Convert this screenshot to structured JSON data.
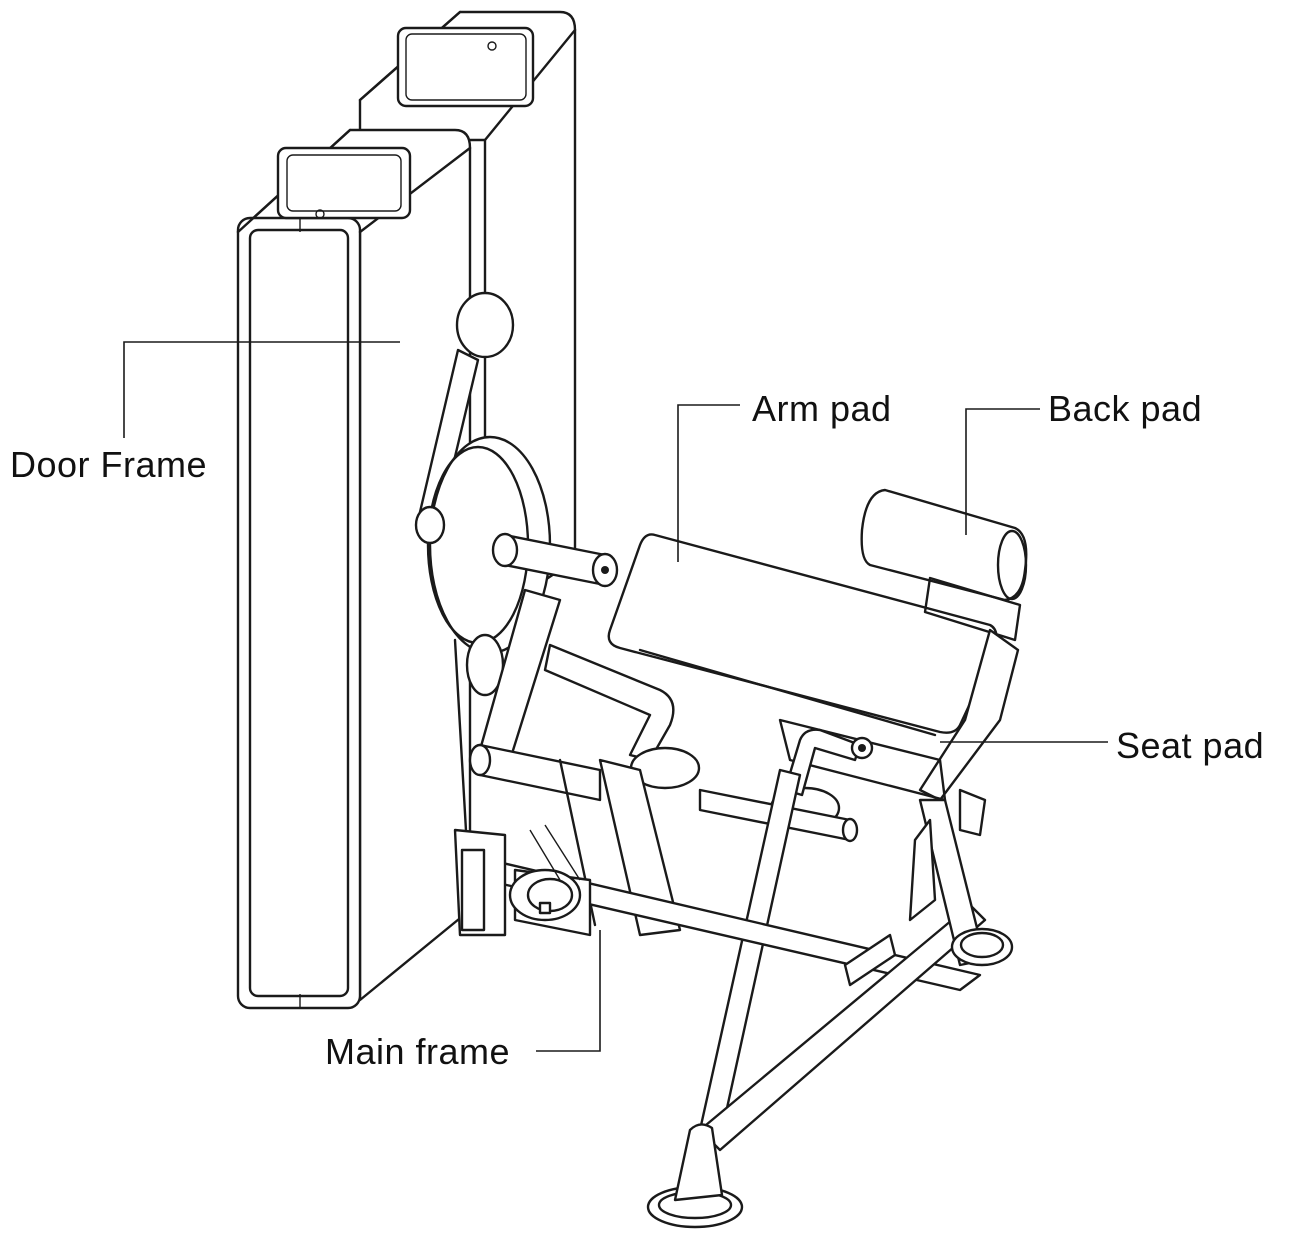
{
  "labels": {
    "door_frame": "Door Frame",
    "arm_pad": "Arm pad",
    "back_pad": "Back pad",
    "seat_pad": "Seat pad",
    "main_frame": "Main frame"
  },
  "colors": {
    "line": "#1a1a1a",
    "background": "#ffffff"
  }
}
